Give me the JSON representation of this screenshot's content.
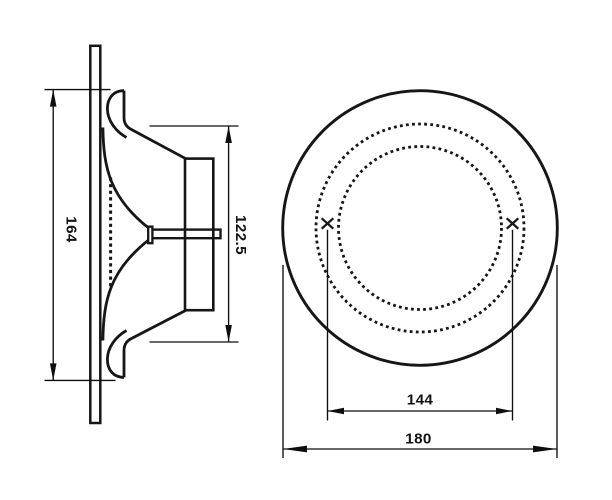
{
  "drawing": {
    "type": "technical-drawing",
    "views": {
      "side_view": {
        "dimensions": {
          "overall_height": "164",
          "body_height": "122.5"
        }
      },
      "front_view": {
        "dimensions": {
          "hole_spacing": "144",
          "outer_diameter": "180"
        }
      }
    },
    "colors": {
      "line": "#161616",
      "background": "#ffffff"
    }
  }
}
